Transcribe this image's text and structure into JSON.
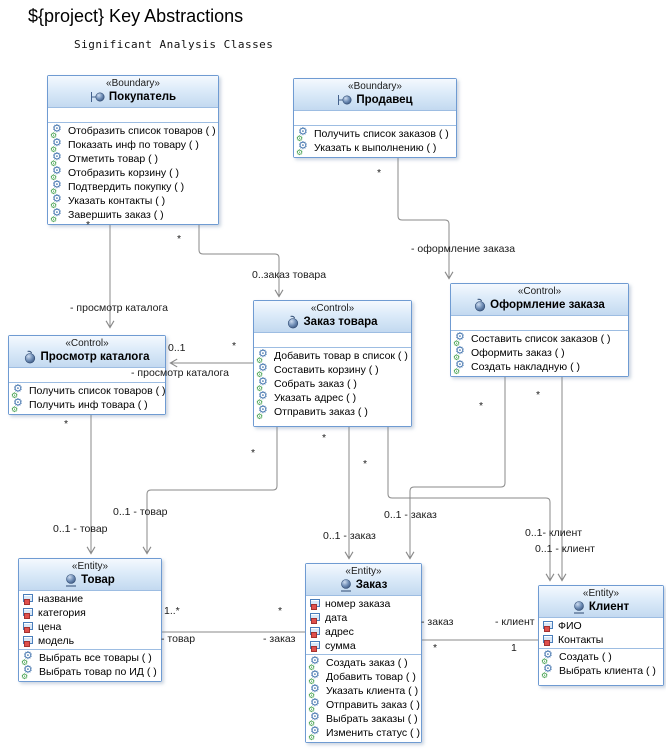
{
  "title": "${project} Key Abstractions",
  "subtitle": "Significant Analysis Classes",
  "classes": [
    {
      "stereotype": "«Boundary»",
      "name": "Покупатель",
      "kind": "boundary",
      "attributes": [],
      "operations": [
        "Отобразить список товаров ( )",
        "Показать инф  по товару ( )",
        "Отметить товар ( )",
        "Отобразить корзину ( )",
        "Подтвердить покупку ( )",
        "Указать контакты ( )",
        "Завершить заказ ( )"
      ]
    },
    {
      "stereotype": "«Boundary»",
      "name": "Продавец",
      "kind": "boundary",
      "attributes": [],
      "operations": [
        "Получить список заказов ( )",
        "Указать к выполнению ( )"
      ]
    },
    {
      "stereotype": "«Control»",
      "name": "Оформление заказа",
      "kind": "control",
      "attributes": [],
      "operations": [
        "Составить список заказов ( )",
        "Оформить заказ ( )",
        "Создать накладную ( )"
      ]
    },
    {
      "stereotype": "«Control»",
      "name": "Заказ товара",
      "kind": "control",
      "attributes": [],
      "operations": [
        "Добавить товар в список ( )",
        "Составить корзину ( )",
        "Собрать заказ ( )",
        "Указать адрес ( )",
        "Отправить заказ ( )"
      ]
    },
    {
      "stereotype": "«Control»",
      "name": "Просмотр каталога",
      "kind": "control",
      "attributes": [],
      "operations": [
        "Получить список товаров ( )",
        "Получить инф товара ( )"
      ]
    },
    {
      "stereotype": "«Entity»",
      "name": "Товар",
      "kind": "entity",
      "attributes": [
        "название",
        "категория",
        "цена",
        "модель"
      ],
      "operations": [
        "Выбрать все товары ( )",
        "Выбрать товар по ИД ( )"
      ]
    },
    {
      "stereotype": "«Entity»",
      "name": "Заказ",
      "kind": "entity",
      "attributes": [
        "номер заказа",
        "дата",
        "адрес",
        "сумма"
      ],
      "operations": [
        "Создать заказ ( )",
        "Добавить товар ( )",
        "Указать клиента ( )",
        "Отправить заказ ( )",
        "Выбрать заказы ( )",
        "Изменить статус ( )"
      ]
    },
    {
      "stereotype": "«Entity»",
      "name": "Клиент",
      "kind": "entity",
      "attributes": [
        "ФИО",
        "Контакты"
      ],
      "operations": [
        "Создать ( )",
        "Выбрать клиента ( )"
      ]
    }
  ],
  "edge_labels": [
    {
      "text": "*"
    },
    {
      "text": "- просмотр каталога"
    },
    {
      "text": "*"
    },
    {
      "text": "0..заказ товара"
    },
    {
      "text": "*"
    },
    {
      "text": "- оформление заказа"
    },
    {
      "text": "0..1"
    },
    {
      "text": "*"
    },
    {
      "text": "- просмотр каталога"
    },
    {
      "text": "*"
    },
    {
      "text": "0..1 - товар"
    },
    {
      "text": "*"
    },
    {
      "text": "0..1 - товар"
    },
    {
      "text": "*"
    },
    {
      "text": "0..1 - заказ"
    },
    {
      "text": "*"
    },
    {
      "text": "0..1- клиент"
    },
    {
      "text": "*"
    },
    {
      "text": "0..1 - заказ"
    },
    {
      "text": "*"
    },
    {
      "text": "0..1 - клиент"
    },
    {
      "text": "1..*"
    },
    {
      "text": "*"
    },
    {
      "text": "- товар"
    },
    {
      "text": "- заказ"
    },
    {
      "text": "- заказ"
    },
    {
      "text": "- клиент"
    },
    {
      "text": "*"
    },
    {
      "text": "1"
    }
  ],
  "colors": {
    "line": "#8a8a8a",
    "box_border": "#6f9bd2",
    "header_fill": "#c3d9f0"
  }
}
